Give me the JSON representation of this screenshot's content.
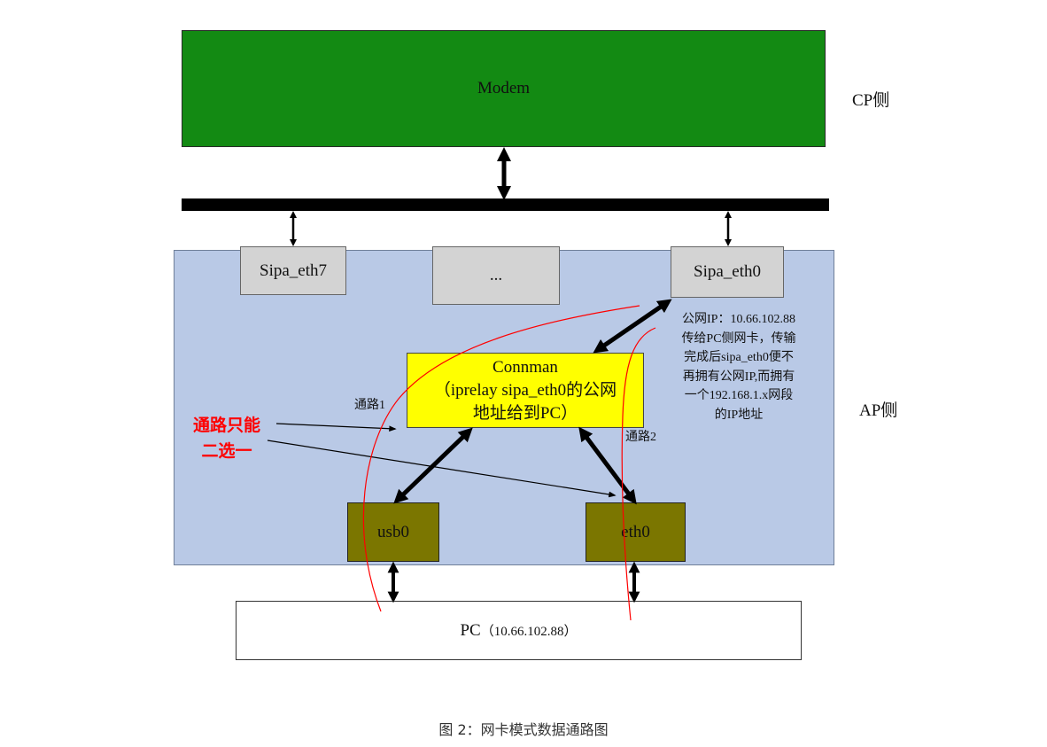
{
  "modem": {
    "label": "Modem"
  },
  "side_labels": {
    "cp": "CP侧",
    "ap": "AP侧"
  },
  "interfaces": {
    "sipa_eth7": "Sipa_eth7",
    "ellipsis": "...",
    "sipa_eth0": "Sipa_eth0",
    "usb0": "usb0",
    "eth0": "eth0"
  },
  "connman": {
    "line1": "Connman",
    "line2": "（iprelay sipa_eth0的公网",
    "line3": "地址给到PC）"
  },
  "paths": {
    "path1": "通路1",
    "path2": "通路2"
  },
  "note_lines": [
    "公网IP：10.66.102.88",
    "传给PC侧网卡，传输",
    "完成后sipa_eth0便不",
    "再拥有公网IP,而拥有",
    "一个192.168.1.x网段",
    "的IP地址"
  ],
  "red_note": {
    "line1": "通路只能",
    "line2": "二选一"
  },
  "pc": {
    "label": "PC",
    "ip": "（10.66.102.88）"
  },
  "caption": "图 2：网卡模式数据通路图",
  "colors": {
    "modem": "#138a13",
    "ap_area": "#b9c9e6",
    "connman": "#ffff00",
    "olive": "#7b7600",
    "red": "#ff0000"
  }
}
